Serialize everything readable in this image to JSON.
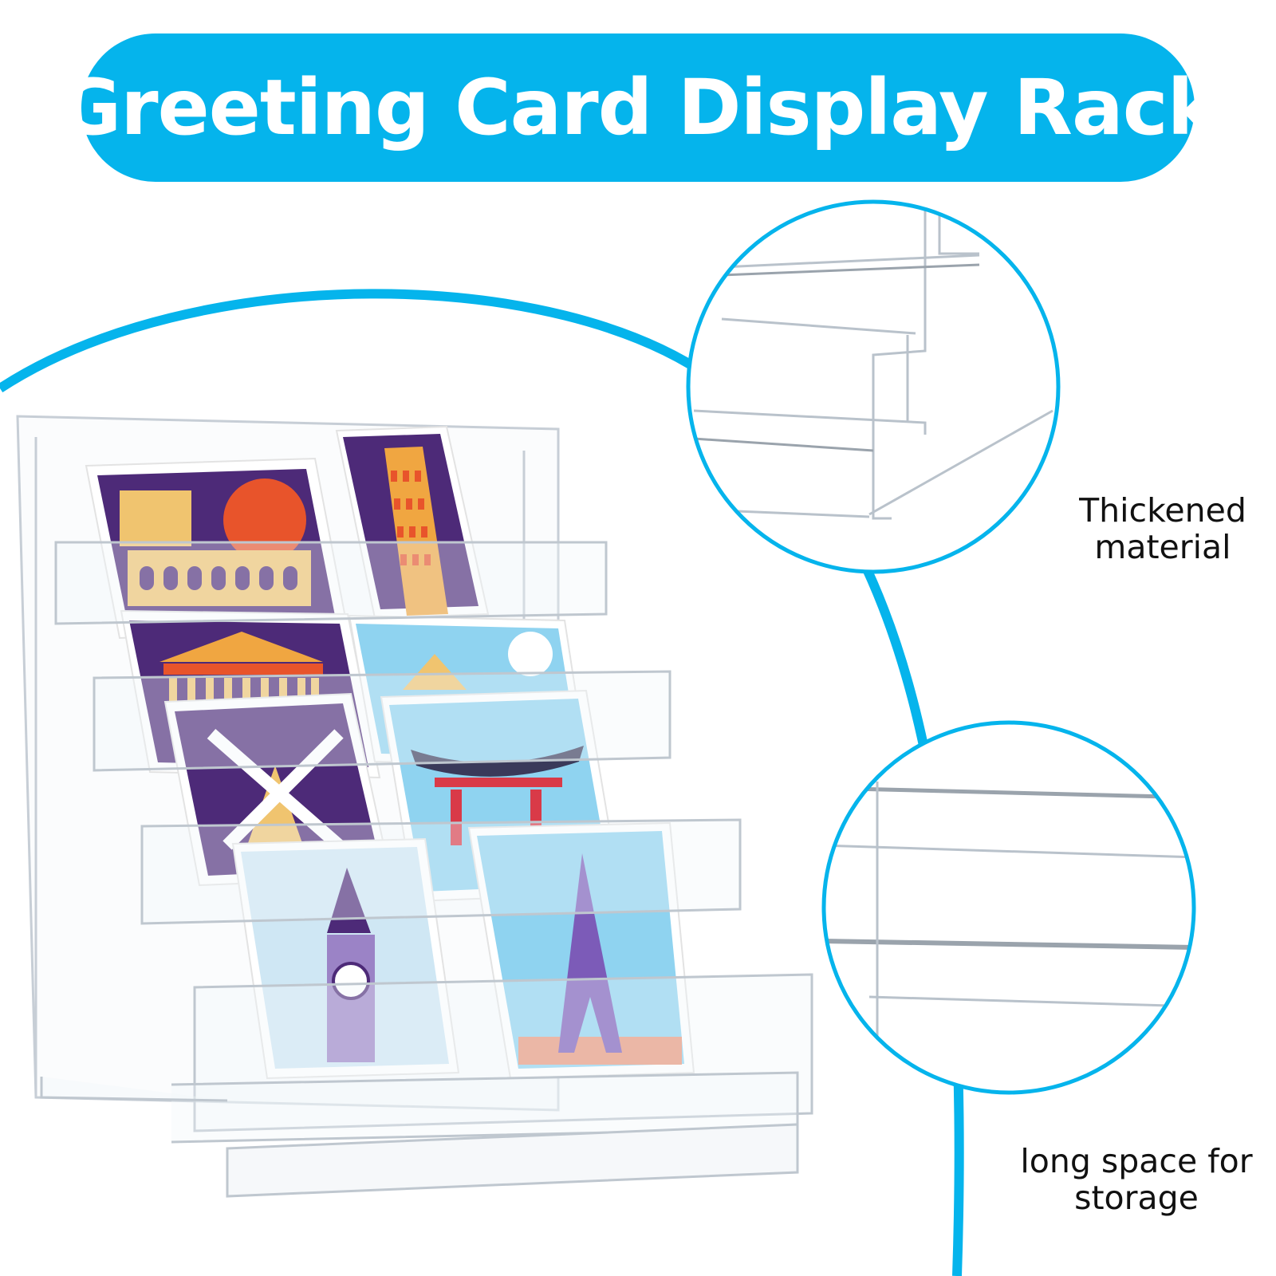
{
  "title": "Greeting Card Display Rack",
  "callouts": [
    {
      "label": "Thickened material"
    },
    {
      "label": "long space for storage"
    }
  ],
  "colors": {
    "accent": "#05b4ec",
    "label_text": "#111111",
    "card_purple": "#4d2a78",
    "card_blue": "#8fd3f0",
    "card_orange": "#f0a641"
  },
  "cards": [
    {
      "landmark": "colosseum",
      "theme": "purple"
    },
    {
      "landmark": "leaning-tower",
      "theme": "purple"
    },
    {
      "landmark": "parthenon",
      "theme": "purple"
    },
    {
      "landmark": "pyramids",
      "theme": "blue"
    },
    {
      "landmark": "windmill",
      "theme": "purple"
    },
    {
      "landmark": "torii-gate",
      "theme": "blue"
    },
    {
      "landmark": "big-ben",
      "theme": "blue"
    },
    {
      "landmark": "eiffel-tower",
      "theme": "blue"
    }
  ]
}
